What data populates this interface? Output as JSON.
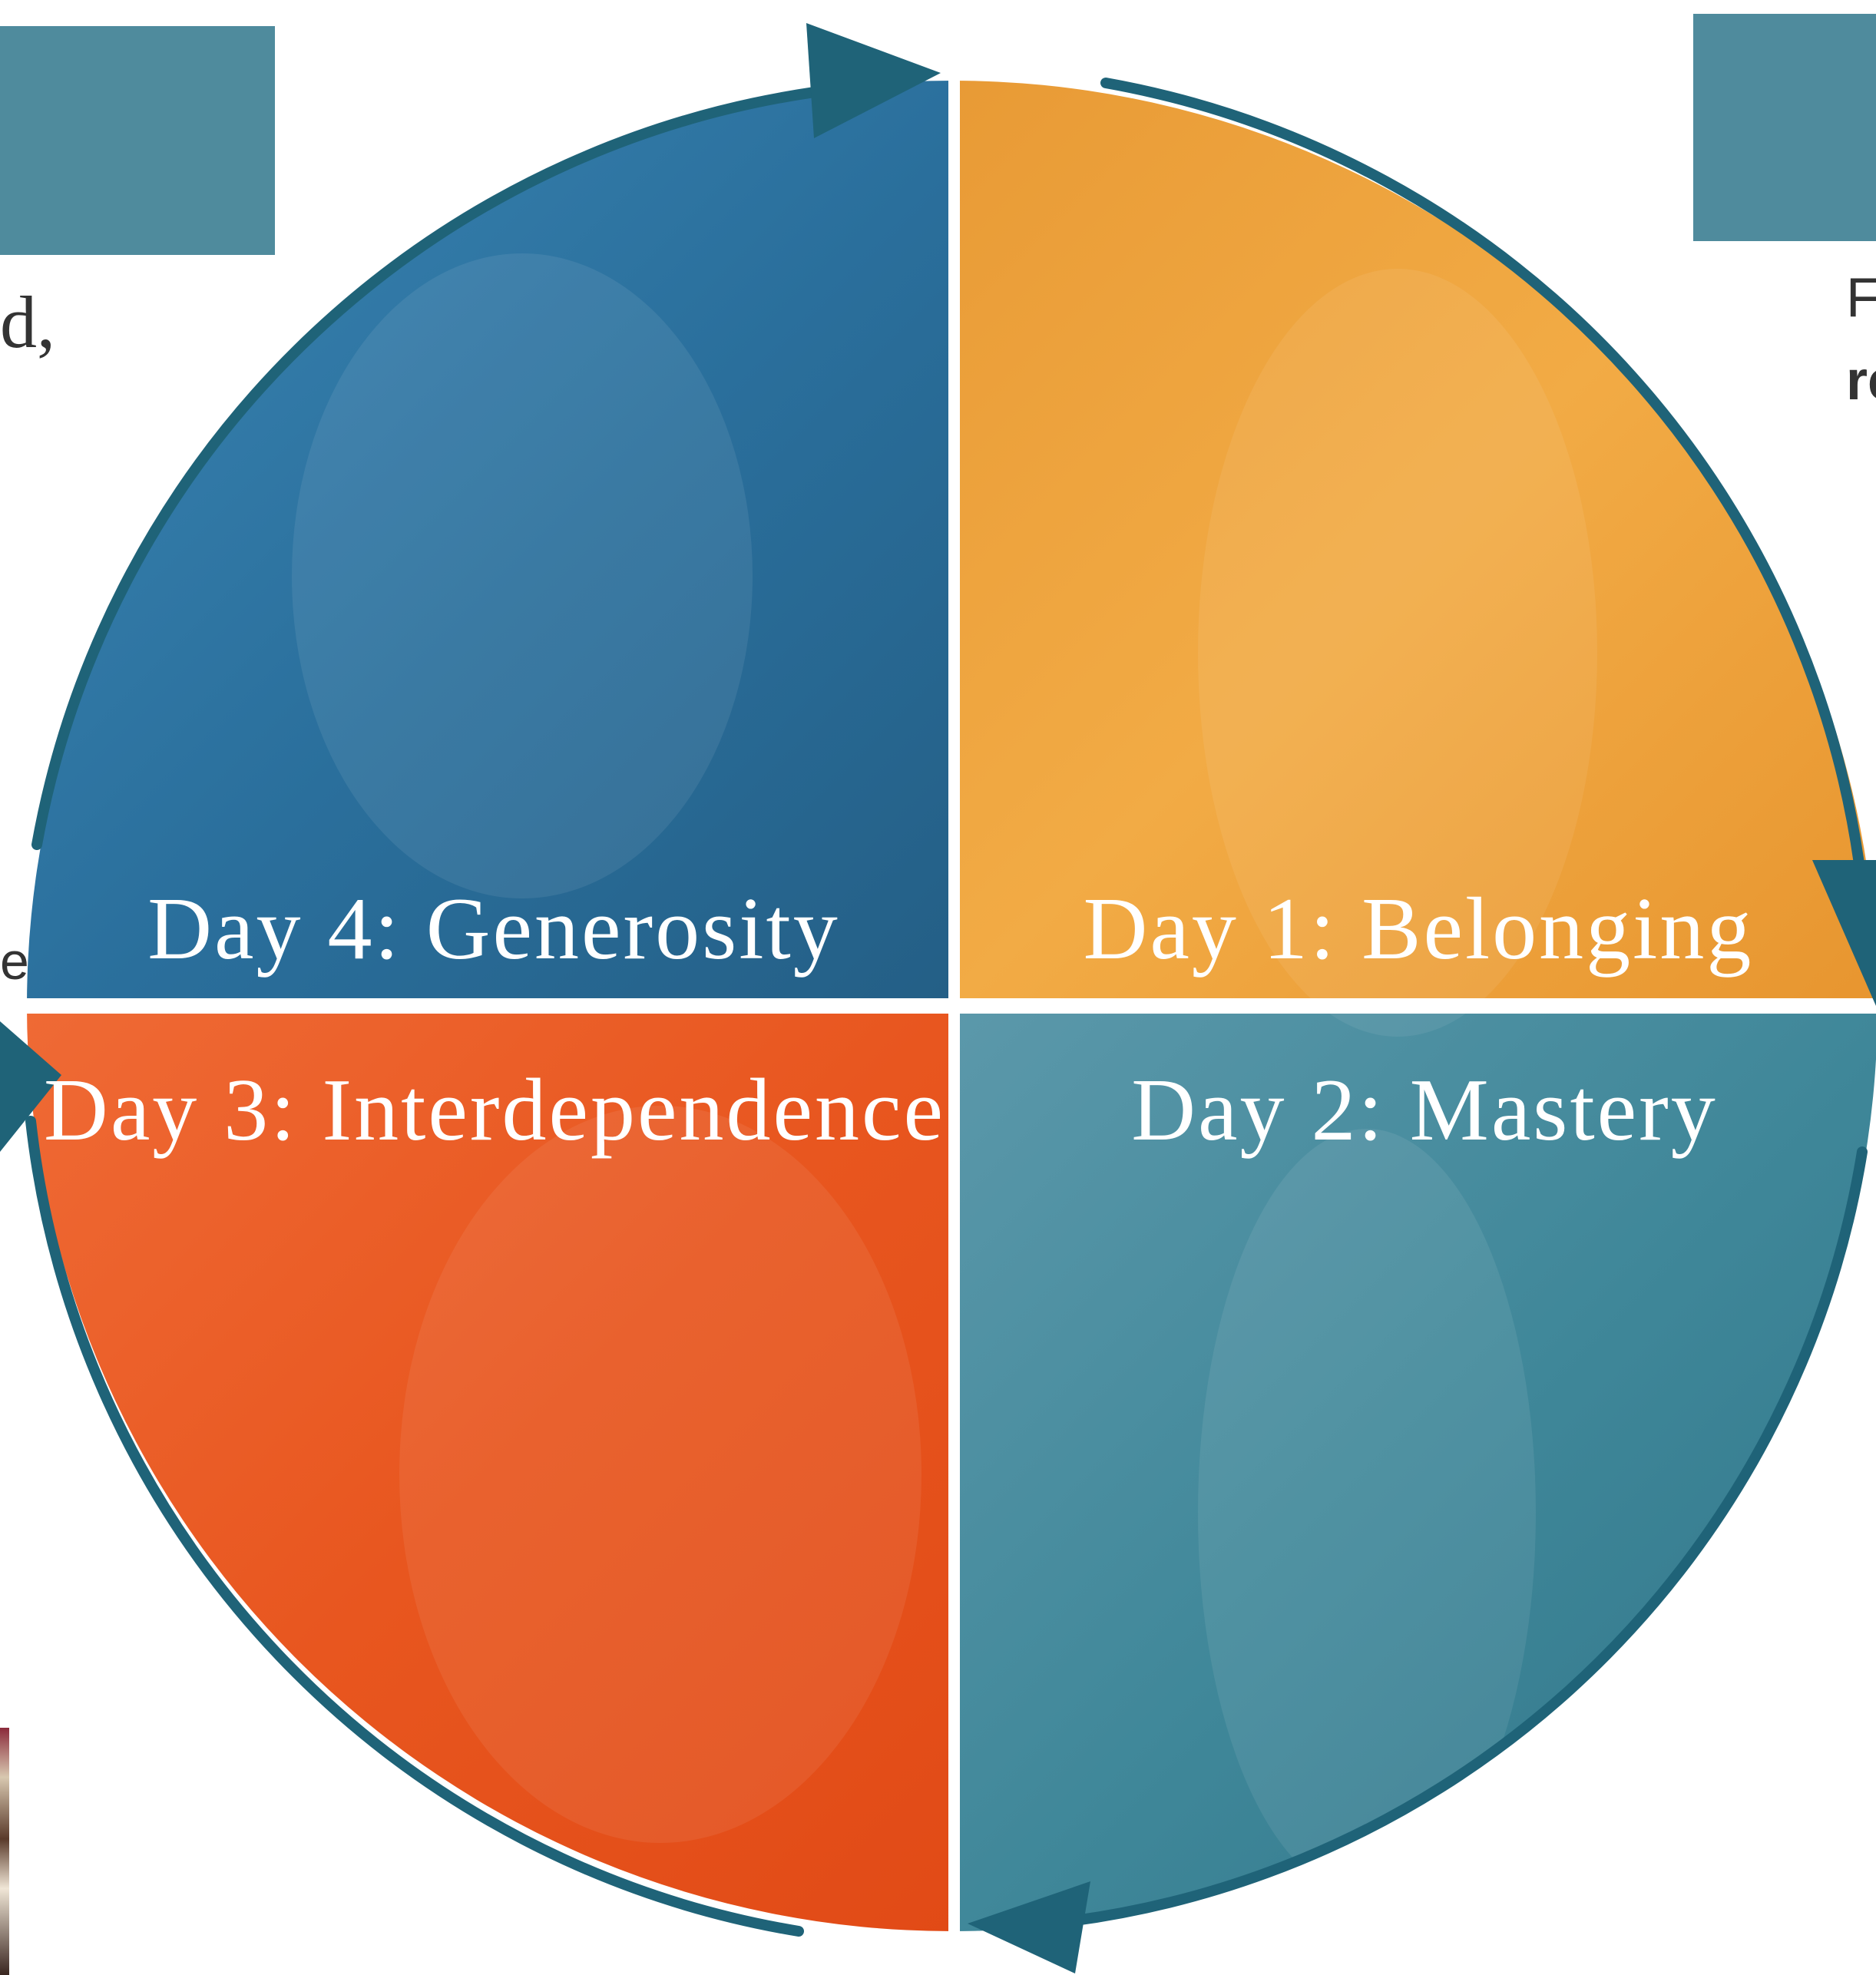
{
  "side_panels": {
    "left_top_text": "d,",
    "left_mid_text": "ention",
    "right_line_1": "F",
    "right_line_2": "re"
  },
  "quadrants": [
    {
      "id": "day1",
      "label": "Day 1: Belonging",
      "color": "#f0a43c"
    },
    {
      "id": "day2",
      "label": "Day 2: Mastery",
      "color": "#3f8799"
    },
    {
      "id": "day3",
      "label": "Day 3: Interdependence",
      "color": "#ea5a22"
    },
    {
      "id": "day4",
      "label": "Day 4: Generosity",
      "color": "#2a6f9c"
    }
  ],
  "colors": {
    "cycle_arrow": "#1f6378",
    "side_box": "#4f8b9d",
    "divider": "#ffffff"
  },
  "icons": [
    "clockwise-cycle-arrow-icon"
  ]
}
